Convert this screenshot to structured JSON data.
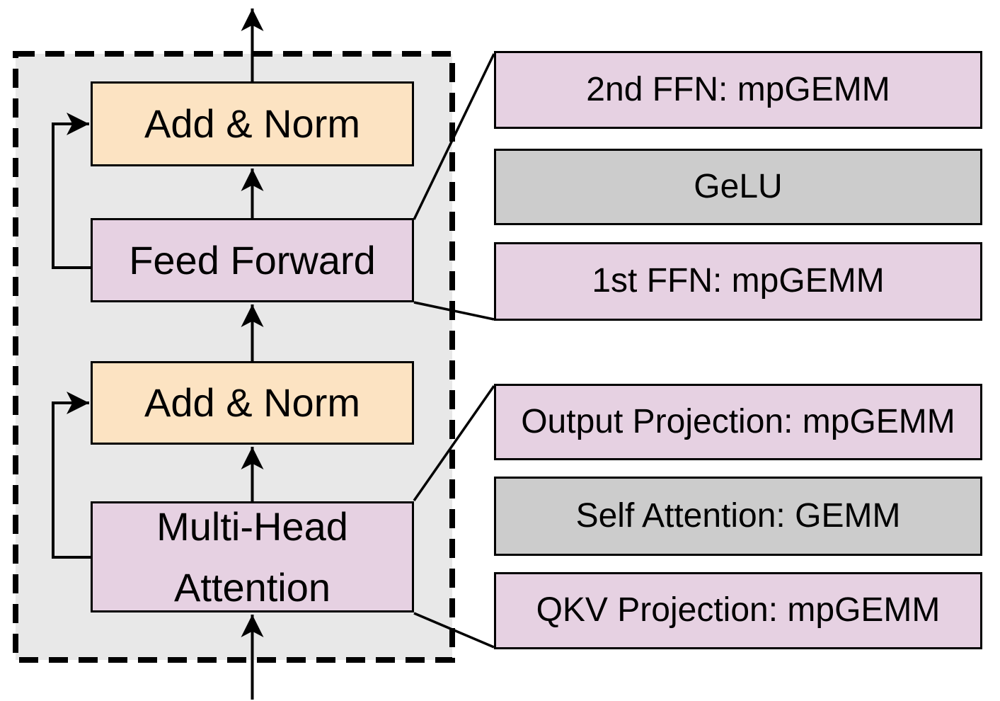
{
  "diagram": {
    "title_semantic": "Transformer block operator breakdown",
    "left": {
      "add_norm_top": "Add & Norm",
      "feed_forward": "Feed Forward",
      "add_norm_bottom": "Add & Norm",
      "mha_line1": "Multi-Head",
      "mha_line2": "Attention"
    },
    "right": {
      "ffn2": "2nd FFN: mpGEMM",
      "gelu": "GeLU",
      "ffn1": "1st FFN: mpGEMM",
      "output_proj": "Output Projection: mpGEMM",
      "self_attention": "Self Attention: GEMM",
      "qkv_proj": "QKV Projection: mpGEMM"
    }
  },
  "colors": {
    "box_orange": "#fce3c2",
    "box_pink": "#e6d1e2",
    "box_gray": "#cccccc",
    "panel_gray": "#e8e8e8",
    "line": "#000000",
    "page_bg": "#ffffff"
  }
}
